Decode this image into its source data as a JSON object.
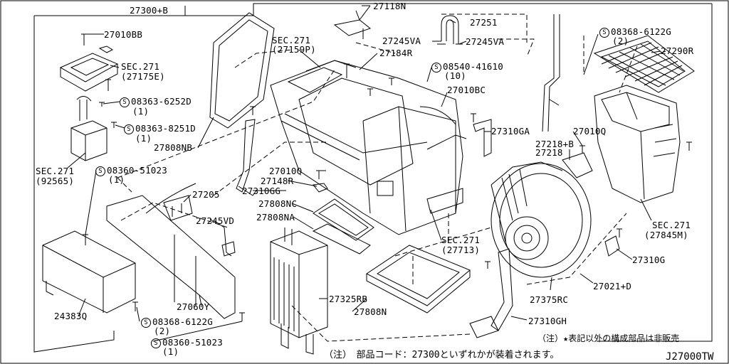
{
  "diagram": {
    "code": "J27000TW",
    "note_bottom": "（注）　部品コード：27300といずれかが装着されます。",
    "note_right": "（注）★表記以外の構成部品は非販売"
  },
  "labels": {
    "l27300b": "27300+B",
    "l27010bb": "27010BB",
    "sec27175": "SEC.271",
    "sec27175_sub": "(27175E)",
    "s08363_6252d": "08363-6252D",
    "s08363_6252d_q": "(1)",
    "s08363_8251d": "08363-8251D",
    "s08363_8251d_q": "(1)",
    "sec92565": "SEC.271",
    "sec92565_sub": "(92565)",
    "s08360_51023a": "08360-51023",
    "s08360_51023a_q": "(1)",
    "sec27159": "SEC.271",
    "sec27159_sub": "(27159P)",
    "l27118n": "27118N",
    "l27251": "27251",
    "l27245va_1": "27245VA",
    "l27245va_2": "27245VA",
    "l27184r": "27184R",
    "s08540_41610": "08540-41610",
    "s08540_41610_q": "(10)",
    "l27010bc": "27010BC",
    "s08368_6122g_top": "08368-6122G",
    "s08368_6122g_top_q": "(2)",
    "l27290r": "27290R",
    "l27808nb": "27808NB",
    "l27310ga": "27310GA",
    "l27010q_right": "27010Q",
    "l27218b": "27218+B",
    "l27218": "27218",
    "l27010q_mid": "27010Q",
    "l27148r": "27148R",
    "l27310gg": "27310GG",
    "l27205": "27205",
    "l27245vd": "27245VD",
    "l27808nc": "27808NC",
    "l27808na": "27808NA",
    "sec27713": "SEC.271",
    "sec27713_sub": "(27713)",
    "sec27845": "SEC.271",
    "sec27845_sub": "(27845M)",
    "l27310g": "27310G",
    "l27021d": "27021+D",
    "l27375rc": "27375RC",
    "l27060y": "27060Y",
    "l24383q": "24383Q",
    "l27325rb": "27325RB",
    "l27808n": "27808N",
    "l27310gh": "27310GH",
    "s08368_6122g_bot": "08368-6122G",
    "s08368_6122g_bot_q": "(2)",
    "s08360_51023b": "08360-51023",
    "s08360_51023b_q": "(1)",
    "s_mark": "S"
  }
}
